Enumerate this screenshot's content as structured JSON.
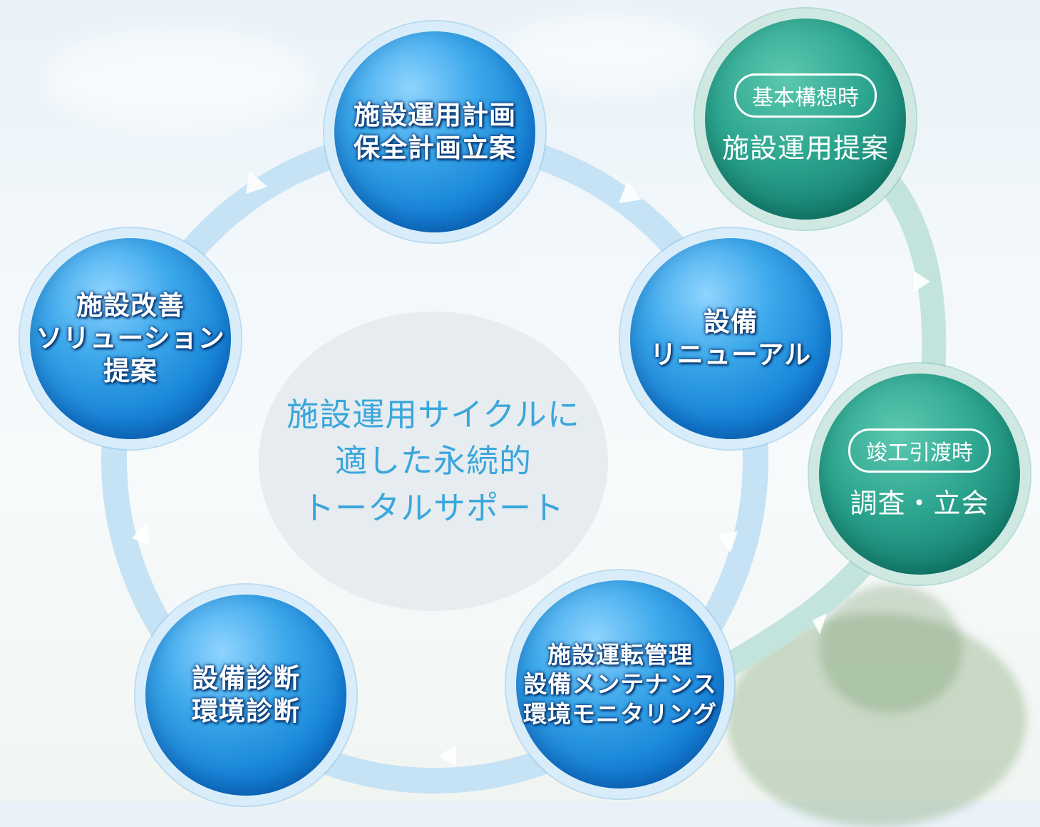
{
  "center": {
    "lines": [
      "施設運用サイクルに",
      "適した永続的",
      "トータルサポート"
    ]
  },
  "cycle_nodes": [
    {
      "id": "plan",
      "lines": [
        "施設運用計画",
        "保全計画立案"
      ]
    },
    {
      "id": "renewal",
      "lines": [
        "設備",
        "リニューアル"
      ]
    },
    {
      "id": "operation",
      "lines": [
        "施設運転管理",
        "設備メンテナンス",
        "環境モニタリング"
      ]
    },
    {
      "id": "diagnosis",
      "lines": [
        "設備診断",
        "環境診断"
      ]
    },
    {
      "id": "improve",
      "lines": [
        "施設改善",
        "ソリューション",
        "提案"
      ]
    }
  ],
  "side_nodes": [
    {
      "id": "concept",
      "badge": "基本構想時",
      "label": "施設運用提案"
    },
    {
      "id": "handover",
      "badge": "竣工引渡時",
      "label": "調査・立会"
    }
  ],
  "colors": {
    "cycle_ring": "#bfe0f4",
    "side_ring": "#b9dfd6",
    "node_blue": "#1480d6",
    "node_green": "#2ba48e",
    "center_text": "#3aa6dc"
  }
}
